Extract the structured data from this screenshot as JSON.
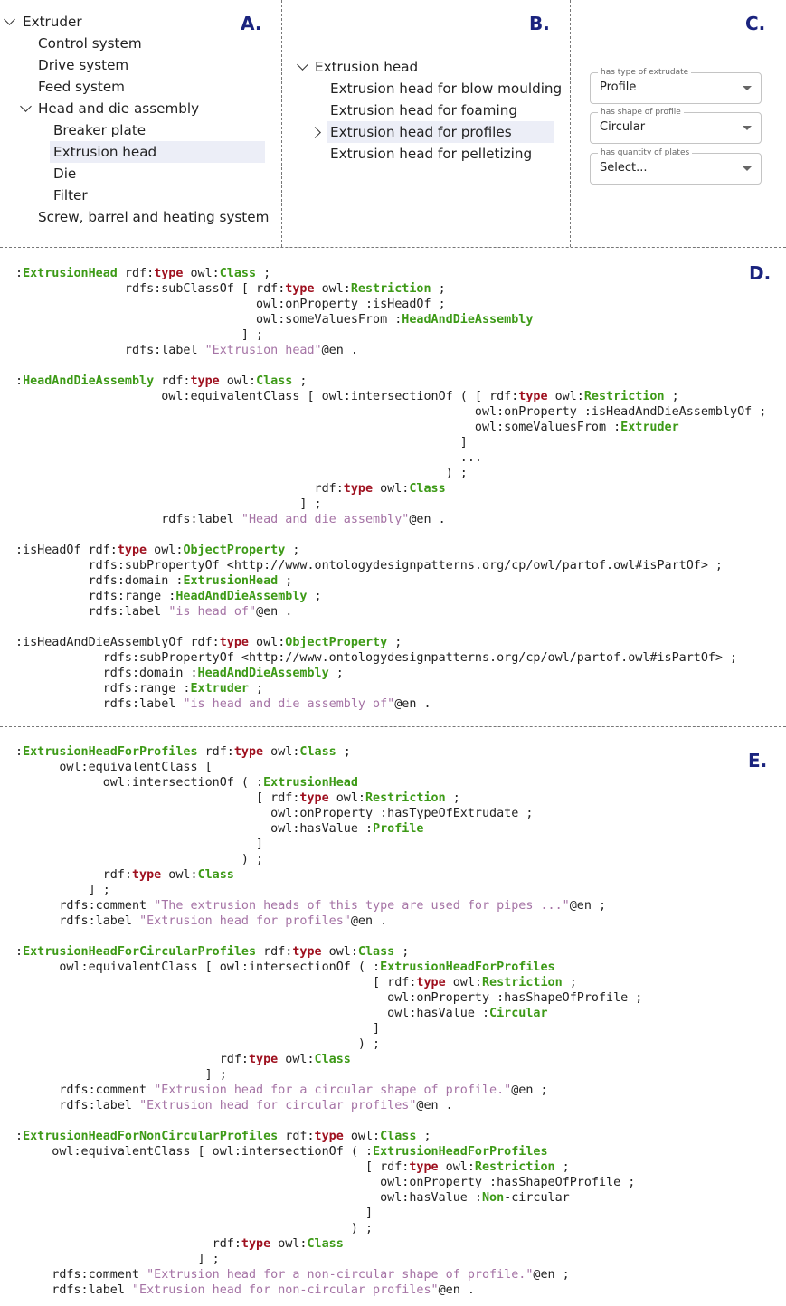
{
  "labels": {
    "a": "A.",
    "b": "B.",
    "c": "C.",
    "d": "D.",
    "e": "E."
  },
  "panelA": {
    "items": [
      {
        "label": "Extruder"
      },
      {
        "label": "Control system"
      },
      {
        "label": "Drive system"
      },
      {
        "label": "Feed system"
      },
      {
        "label": "Head and die assembly"
      },
      {
        "label": "Breaker plate"
      },
      {
        "label": "Extrusion head"
      },
      {
        "label": "Die"
      },
      {
        "label": "Filter"
      },
      {
        "label": "Screw, barrel and heating system"
      }
    ]
  },
  "panelB": {
    "items": [
      {
        "label": "Extrusion head"
      },
      {
        "label": "Extrusion head for blow moulding"
      },
      {
        "label": "Extrusion head for foaming"
      },
      {
        "label": "Extrusion head for profiles"
      },
      {
        "label": "Extrusion head for pelletizing"
      }
    ]
  },
  "panelC": {
    "fields": [
      {
        "legend": "has type of extrudate",
        "value": "Profile"
      },
      {
        "legend": "has shape of profile",
        "value": "Circular"
      },
      {
        "legend": "has quantity of plates",
        "value": "Select..."
      }
    ]
  },
  "colors": {
    "accent_label": "#1a237e",
    "keyword_green": "#3d9a17",
    "keyword_red": "#9e0f1e",
    "string": "#a573a5",
    "selected_bg": "#eceef7"
  },
  "codeD": [
    [
      [
        ":",
        ""
      ],
      [
        "ExtrusionHead",
        "g"
      ],
      [
        " rdf:",
        ""
      ],
      [
        "type",
        "r"
      ],
      [
        " owl:",
        ""
      ],
      [
        "Class",
        "g"
      ],
      [
        " ;",
        ""
      ]
    ],
    [
      [
        "               rdfs:subClassOf [ rdf:",
        ""
      ],
      [
        "type",
        "r"
      ],
      [
        " owl:",
        ""
      ],
      [
        "Restriction",
        "g"
      ],
      [
        " ;",
        ""
      ]
    ],
    [
      [
        "                                 owl:onProperty :isHeadOf ;",
        ""
      ]
    ],
    [
      [
        "                                 owl:someValuesFrom :",
        ""
      ],
      [
        "HeadAndDieAssembly",
        "g"
      ]
    ],
    [
      [
        "                               ] ;",
        ""
      ]
    ],
    [
      [
        "               rdfs:label ",
        ""
      ],
      [
        "\"Extrusion head\"",
        "s"
      ],
      [
        "@en .",
        ""
      ]
    ],
    [],
    [
      [
        ":",
        ""
      ],
      [
        "HeadAndDieAssembly",
        "g"
      ],
      [
        " rdf:",
        ""
      ],
      [
        "type",
        "r"
      ],
      [
        " owl:",
        ""
      ],
      [
        "Class",
        "g"
      ],
      [
        " ;",
        ""
      ]
    ],
    [
      [
        "                    owl:equivalentClass [ owl:intersectionOf ( [ rdf:",
        ""
      ],
      [
        "type",
        "r"
      ],
      [
        " owl:",
        ""
      ],
      [
        "Restriction",
        "g"
      ],
      [
        " ;",
        ""
      ]
    ],
    [
      [
        "                                                               owl:onProperty :isHeadAndDieAssemblyOf ;",
        ""
      ]
    ],
    [
      [
        "                                                               owl:someValuesFrom :",
        ""
      ],
      [
        "Extruder",
        "g"
      ]
    ],
    [
      [
        "                                                             ]",
        ""
      ]
    ],
    [
      [
        "                                                             ...",
        ""
      ]
    ],
    [
      [
        "                                                           ) ;",
        ""
      ]
    ],
    [
      [
        "                                         rdf:",
        ""
      ],
      [
        "type",
        "r"
      ],
      [
        " owl:",
        ""
      ],
      [
        "Class",
        "g"
      ]
    ],
    [
      [
        "                                       ] ;",
        ""
      ]
    ],
    [
      [
        "                    rdfs:label ",
        ""
      ],
      [
        "\"Head and die assembly\"",
        "s"
      ],
      [
        "@en .",
        ""
      ]
    ],
    [],
    [
      [
        ":isHeadOf rdf:",
        ""
      ],
      [
        "type",
        "r"
      ],
      [
        " owl:",
        ""
      ],
      [
        "ObjectProperty",
        "g"
      ],
      [
        " ;",
        ""
      ]
    ],
    [
      [
        "          rdfs:subPropertyOf <http://www.ontologydesignpatterns.org/cp/owl/partof.owl#isPartOf> ;",
        ""
      ]
    ],
    [
      [
        "          rdfs:domain :",
        ""
      ],
      [
        "ExtrusionHead",
        "g"
      ],
      [
        " ;",
        ""
      ]
    ],
    [
      [
        "          rdfs:range :",
        ""
      ],
      [
        "HeadAndDieAssembly",
        "g"
      ],
      [
        " ;",
        ""
      ]
    ],
    [
      [
        "          rdfs:label ",
        ""
      ],
      [
        "\"is head of\"",
        "s"
      ],
      [
        "@en .",
        ""
      ]
    ],
    [],
    [
      [
        ":isHeadAndDieAssemblyOf rdf:",
        ""
      ],
      [
        "type",
        "r"
      ],
      [
        " owl:",
        ""
      ],
      [
        "ObjectProperty",
        "g"
      ],
      [
        " ;",
        ""
      ]
    ],
    [
      [
        "            rdfs:subPropertyOf <http://www.ontologydesignpatterns.org/cp/owl/partof.owl#isPartOf> ;",
        ""
      ]
    ],
    [
      [
        "            rdfs:domain :",
        ""
      ],
      [
        "HeadAndDieAssembly",
        "g"
      ],
      [
        " ;",
        ""
      ]
    ],
    [
      [
        "            rdfs:range :",
        ""
      ],
      [
        "Extruder",
        "g"
      ],
      [
        " ;",
        ""
      ]
    ],
    [
      [
        "            rdfs:label ",
        ""
      ],
      [
        "\"is head and die assembly of\"",
        "s"
      ],
      [
        "@en .",
        ""
      ]
    ]
  ],
  "codeE": [
    [
      [
        ":",
        ""
      ],
      [
        "ExtrusionHeadForProfiles",
        "g"
      ],
      [
        " rdf:",
        ""
      ],
      [
        "type",
        "r"
      ],
      [
        " owl:",
        ""
      ],
      [
        "Class",
        "g"
      ],
      [
        " ;",
        ""
      ]
    ],
    [
      [
        "      owl:equivalentClass [",
        ""
      ]
    ],
    [
      [
        "            owl:intersectionOf ( :",
        ""
      ],
      [
        "ExtrusionHead",
        "g"
      ]
    ],
    [
      [
        "                                 [ rdf:",
        ""
      ],
      [
        "type",
        "r"
      ],
      [
        " owl:",
        ""
      ],
      [
        "Restriction",
        "g"
      ],
      [
        " ;",
        ""
      ]
    ],
    [
      [
        "                                   owl:onProperty :hasTypeOfExtrudate ;",
        ""
      ]
    ],
    [
      [
        "                                   owl:hasValue :",
        ""
      ],
      [
        "Profile",
        "g"
      ]
    ],
    [
      [
        "                                 ]",
        ""
      ]
    ],
    [
      [
        "                               ) ;",
        ""
      ]
    ],
    [
      [
        "            rdf:",
        ""
      ],
      [
        "type",
        "r"
      ],
      [
        " owl:",
        ""
      ],
      [
        "Class",
        "g"
      ]
    ],
    [
      [
        "          ] ;",
        ""
      ]
    ],
    [
      [
        "      rdfs:comment ",
        ""
      ],
      [
        "\"The extrusion heads of this type are used for pipes ...\"",
        "s"
      ],
      [
        "@en ;",
        ""
      ]
    ],
    [
      [
        "      rdfs:label ",
        ""
      ],
      [
        "\"Extrusion head for profiles\"",
        "s"
      ],
      [
        "@en .",
        ""
      ]
    ],
    [],
    [
      [
        ":",
        ""
      ],
      [
        "ExtrusionHeadForCircularProfiles",
        "g"
      ],
      [
        " rdf:",
        ""
      ],
      [
        "type",
        "r"
      ],
      [
        " owl:",
        ""
      ],
      [
        "Class",
        "g"
      ],
      [
        " ;",
        ""
      ]
    ],
    [
      [
        "      owl:equivalentClass [ owl:intersectionOf ( :",
        ""
      ],
      [
        "ExtrusionHeadForProfiles",
        "g"
      ]
    ],
    [
      [
        "                                                 [ rdf:",
        ""
      ],
      [
        "type",
        "r"
      ],
      [
        " owl:",
        ""
      ],
      [
        "Restriction",
        "g"
      ],
      [
        " ;",
        ""
      ]
    ],
    [
      [
        "                                                   owl:onProperty :hasShapeOfProfile ;",
        ""
      ]
    ],
    [
      [
        "                                                   owl:hasValue :",
        ""
      ],
      [
        "Circular",
        "g"
      ]
    ],
    [
      [
        "                                                 ]",
        ""
      ]
    ],
    [
      [
        "                                               ) ;",
        ""
      ]
    ],
    [
      [
        "                            rdf:",
        ""
      ],
      [
        "type",
        "r"
      ],
      [
        " owl:",
        ""
      ],
      [
        "Class",
        "g"
      ]
    ],
    [
      [
        "                          ] ;",
        ""
      ]
    ],
    [
      [
        "      rdfs:comment ",
        ""
      ],
      [
        "\"Extrusion head for a circular shape of profile.\"",
        "s"
      ],
      [
        "@en ;",
        ""
      ]
    ],
    [
      [
        "      rdfs:label ",
        ""
      ],
      [
        "\"Extrusion head for circular profiles\"",
        "s"
      ],
      [
        "@en .",
        ""
      ]
    ],
    [],
    [
      [
        ":",
        ""
      ],
      [
        "ExtrusionHeadForNonCircularProfiles",
        "g"
      ],
      [
        " rdf:",
        ""
      ],
      [
        "type",
        "r"
      ],
      [
        " owl:",
        ""
      ],
      [
        "Class",
        "g"
      ],
      [
        " ;",
        ""
      ]
    ],
    [
      [
        "     owl:equivalentClass [ owl:intersectionOf ( :",
        ""
      ],
      [
        "ExtrusionHeadForProfiles",
        "g"
      ]
    ],
    [
      [
        "                                                [ rdf:",
        ""
      ],
      [
        "type",
        "r"
      ],
      [
        " owl:",
        ""
      ],
      [
        "Restriction",
        "g"
      ],
      [
        " ;",
        ""
      ]
    ],
    [
      [
        "                                                  owl:onProperty :hasShapeOfProfile ;",
        ""
      ]
    ],
    [
      [
        "                                                  owl:hasValue :",
        ""
      ],
      [
        "Non",
        "g"
      ],
      [
        "-circular",
        ""
      ]
    ],
    [
      [
        "                                                ]",
        ""
      ]
    ],
    [
      [
        "                                              ) ;",
        ""
      ]
    ],
    [
      [
        "                           rdf:",
        ""
      ],
      [
        "type",
        "r"
      ],
      [
        " owl:",
        ""
      ],
      [
        "Class",
        "g"
      ]
    ],
    [
      [
        "                         ] ;",
        ""
      ]
    ],
    [
      [
        "     rdfs:comment ",
        ""
      ],
      [
        "\"Extrusion head for a non-circular shape of profile.\"",
        "s"
      ],
      [
        "@en ;",
        ""
      ]
    ],
    [
      [
        "     rdfs:label ",
        ""
      ],
      [
        "\"Extrusion head for non-circular profiles\"",
        "s"
      ],
      [
        "@en .",
        ""
      ]
    ]
  ]
}
